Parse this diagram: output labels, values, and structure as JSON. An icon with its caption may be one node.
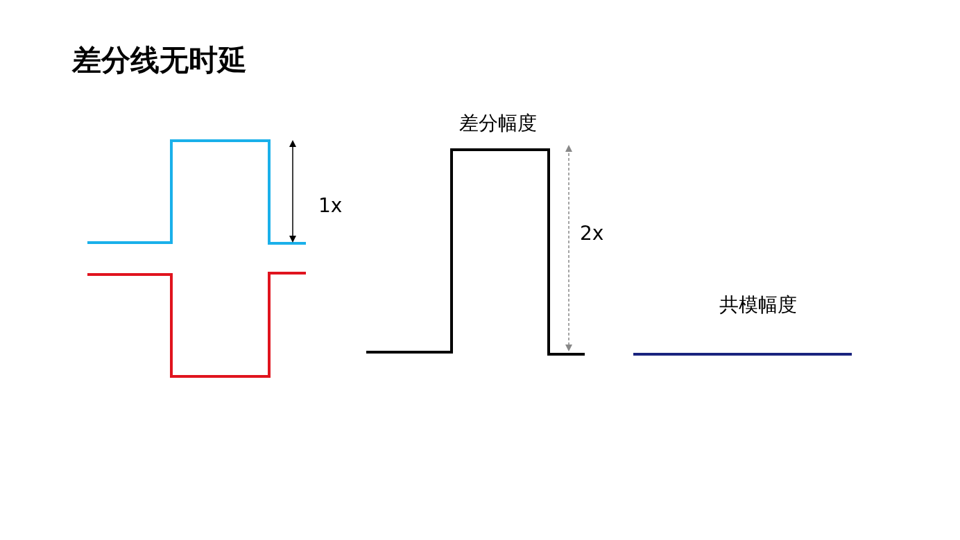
{
  "diagram": {
    "title": "差分线无时延",
    "labels": [
      "1x",
      "差分幅度",
      "2x",
      "共模幅度"
    ]
  }
}
